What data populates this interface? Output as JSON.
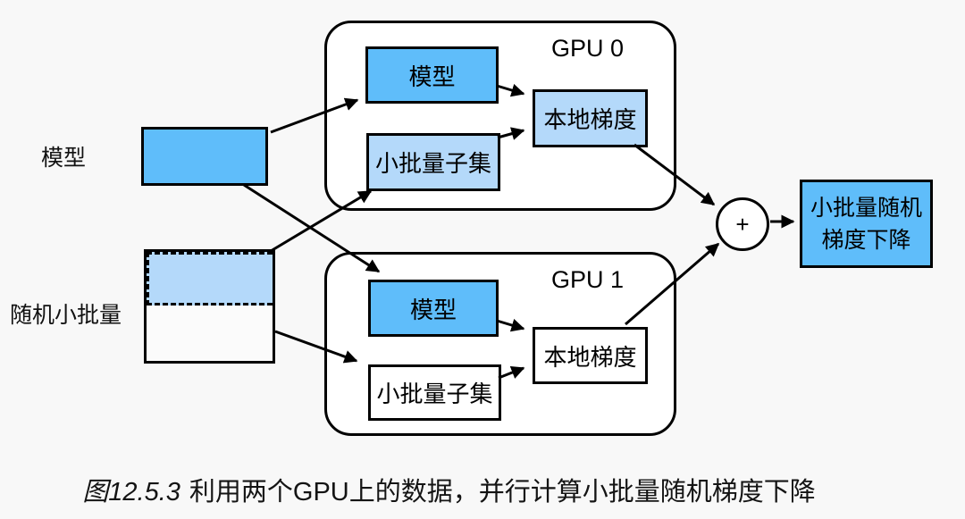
{
  "colors": {
    "background": "#F8F8F8",
    "container_fill": "#FFFFFF",
    "medium_blue": "#5FBDFA",
    "light_blue": "#B4D9FA",
    "line": "#000000"
  },
  "inputs": {
    "model_label": "模型",
    "minibatch_label": "随机小批量"
  },
  "gpu0": {
    "title": "GPU 0",
    "model": "模型",
    "subset": "小批量子集",
    "gradient": "本地梯度"
  },
  "gpu1": {
    "title": "GPU 1",
    "model": "模型",
    "subset": "小批量子集",
    "gradient": "本地梯度"
  },
  "aggregator": {
    "symbol": "+"
  },
  "output": {
    "line1": "小批量随机",
    "line2": "梯度下降"
  },
  "caption": {
    "figure": "图12.5.3",
    "text": "利用两个GPU上的数据，并行计算小批量随机梯度下降"
  }
}
